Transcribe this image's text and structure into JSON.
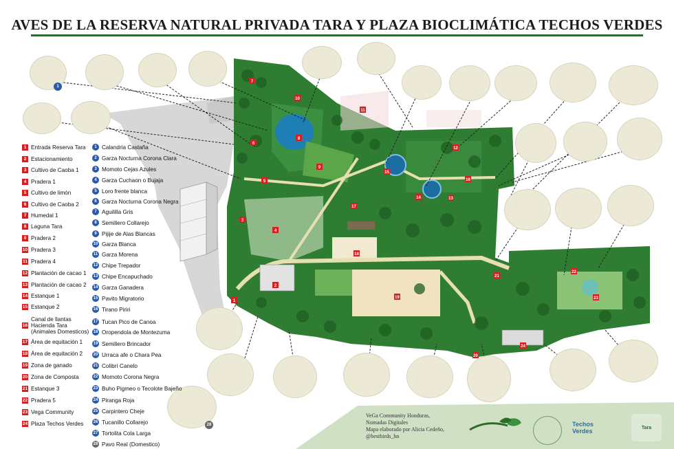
{
  "title": "AVES DE LA RESERVA NATURAL PRIVADA TARA Y PLAZA BIOCLIMÁTICA TECHOS VERDES",
  "colors": {
    "map_green": "#2f7d32",
    "dark_green": "#1f5e24",
    "path": "#e8dfb0",
    "water": "#1e7fb5",
    "badge_red": "#d42020",
    "badge_blue": "#2a5aa8",
    "circle_bg": "#ece9d6"
  },
  "zones": [
    {
      "num": "1",
      "label": "Entrada Reserva Tara"
    },
    {
      "num": "2",
      "label": "Estacionamiento"
    },
    {
      "num": "3",
      "label": "Cultivo de Caoba 1"
    },
    {
      "num": "4",
      "label": "Pradera 1"
    },
    {
      "num": "5",
      "label": "Cultivo de limón"
    },
    {
      "num": "6",
      "label": "Cultivo de Caoba 2"
    },
    {
      "num": "7",
      "label": "Humedal 1"
    },
    {
      "num": "8",
      "label": "Laguna Tara"
    },
    {
      "num": "9",
      "label": "Pradera 2"
    },
    {
      "num": "10",
      "label": "Pradera 3"
    },
    {
      "num": "11",
      "label": "Pradera 4"
    },
    {
      "num": "12",
      "label": "Plantación de cacao 1"
    },
    {
      "num": "13",
      "label": "Plantación de cacao 2"
    },
    {
      "num": "14",
      "label": "Estanque 1"
    },
    {
      "num": "15",
      "label": "Estanque 2"
    },
    {
      "num": "16",
      "label": "Canal de llantas Hacienda Tara (Animales Domesticos)"
    },
    {
      "num": "17",
      "label": "Área de equitación 1"
    },
    {
      "num": "18",
      "label": "Área de equitación 2"
    },
    {
      "num": "19",
      "label": "Zona de ganado"
    },
    {
      "num": "20",
      "label": "Zona de Composta"
    },
    {
      "num": "21",
      "label": "Estanque 3"
    },
    {
      "num": "22",
      "label": "Pradera 5"
    },
    {
      "num": "23",
      "label": "Vega Community"
    },
    {
      "num": "24",
      "label": "Plaza Techos Verdes"
    }
  ],
  "birds_list": [
    {
      "num": "1",
      "label": "Calandria Castaña"
    },
    {
      "num": "2",
      "label": "Garza Nocturna Corona  Clara"
    },
    {
      "num": "3",
      "label": "Momoto Cejas Azules"
    },
    {
      "num": "4",
      "label": "Garza Cuchaon o Bujaja"
    },
    {
      "num": "5",
      "label": "Loro frente blanca"
    },
    {
      "num": "6",
      "label": "Garza Nocturna Corona Negra"
    },
    {
      "num": "7",
      "label": "Aguililla Gris"
    },
    {
      "num": "8",
      "label": "Semillero Collarejo"
    },
    {
      "num": "9",
      "label": "Pijije de Alas Blancas"
    },
    {
      "num": "10",
      "label": "Garza Blanca"
    },
    {
      "num": "11",
      "label": "Garza Morena"
    },
    {
      "num": "12",
      "label": "Chipe Trepador"
    },
    {
      "num": "13",
      "label": "Chipe Encapuchado"
    },
    {
      "num": "14",
      "label": "Garza Ganadera"
    },
    {
      "num": "15",
      "label": "Pavito Migratorio"
    },
    {
      "num": "16",
      "label": "Tirano Piriri"
    },
    {
      "num": "17",
      "label": "Tucan Pico de Canoa"
    },
    {
      "num": "18",
      "label": "Oropendola de Montezuma"
    },
    {
      "num": "19",
      "label": "Semillero Brincador"
    },
    {
      "num": "20",
      "label": "Urraca afe o Chara Pea"
    },
    {
      "num": "21",
      "label": "Colibrí Canelo"
    },
    {
      "num": "22",
      "label": "Momoto Corona Negra"
    },
    {
      "num": "23",
      "label": "Buho Pigmeo o Tecolote Bajeño"
    },
    {
      "num": "24",
      "label": "Piranga Roja"
    },
    {
      "num": "25",
      "label": "Carpintero Cheje"
    },
    {
      "num": "26",
      "label": "Tucanillo  Collarejo"
    },
    {
      "num": "27",
      "label": "Tortolita Cola Larga"
    },
    {
      "num": "28",
      "label": "Pavo Real (Domestico)"
    }
  ],
  "credits": {
    "line1": "VeGa Community Honduras,",
    "line2": "Nomadas Digitales",
    "line3": "Mapa elaborado por Alicia Cedeño,",
    "line4": "@bestbirds_hn"
  },
  "logos": {
    "techos": "Techos Verdes",
    "tara": "Tara"
  }
}
